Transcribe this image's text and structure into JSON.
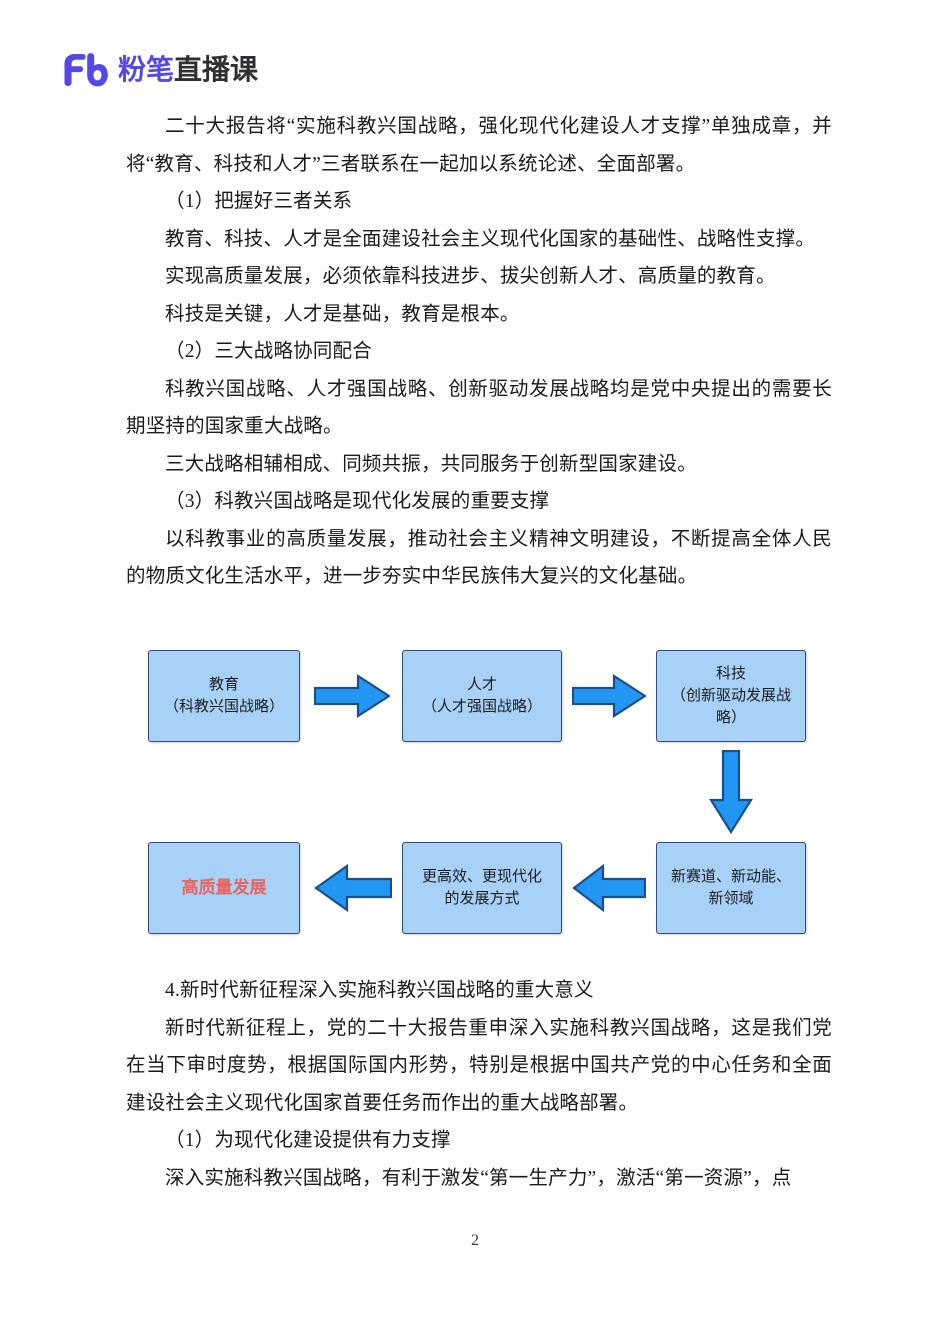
{
  "brand": {
    "logo_icon": "fenbi-fb-logo-icon",
    "name_primary": "粉笔",
    "name_secondary": "直播课",
    "color_primary": "#5448e6",
    "color_secondary": "#2f3034"
  },
  "document": {
    "paragraphs": [
      "二十大报告将“实施科教兴国战略，强化现代化建设人才支撑”单独成章，并将“教育、科技和人才”三者联系在一起加以系统论述、全面部署。",
      "（1）把握好三者关系",
      "教育、科技、人才是全面建设社会主义现代化国家的基础性、战略性支撑。",
      "实现高质量发展，必须依靠科技进步、拔尖创新人才、高质量的教育。",
      "科技是关键，人才是基础，教育是根本。",
      "（2）三大战略协同配合",
      "科教兴国战略、人才强国战略、创新驱动发展战略均是党中央提出的需要长期坚持的国家重大战略。",
      "三大战略相辅相成、同频共振，共同服务于创新型国家建设。",
      "（3）科教兴国战略是现代化发展的重要支撑",
      "以科教事业的高质量发展，推动社会主义精神文明建设，不断提高全体人民的物质文化生活水平，进一步夯实中华民族伟大复兴的文化基础。"
    ],
    "paragraphs_after": [
      "4.新时代新征程深入实施科教兴国战略的重大意义",
      "新时代新征程上，党的二十大报告重申深入实施科教兴国战略，这是我们党在当下审时度势，根据国际国内形势，特别是根据中国共产党的中心任务和全面建设社会主义现代化国家首要任务而作出的重大战略部署。",
      "（1）为现代化建设提供有力支撑",
      "深入实施科教兴国战略，有利于激发“第一生产力”，激活“第一资源”，点"
    ],
    "page_number": "2"
  },
  "diagram": {
    "node_fill": "#a8d1f7",
    "node_border": "#2e4b70",
    "arrow_fill": "#2196f3",
    "arrow_border": "#1c4f87",
    "highlight_color": "#e8645f",
    "nodes": {
      "education": "教育\n（科教兴国战略）",
      "talent": "人才\n（人才强国战略）",
      "technology": "科技\n（创新驱动发展战略）",
      "new_fields": "新赛道、新动能、\n新领域",
      "modernization": "更高效、更现代化\n的发展方式",
      "quality": "高质量发展"
    },
    "arrows": [
      {
        "name": "arrow-education-to-talent",
        "direction": "right"
      },
      {
        "name": "arrow-talent-to-technology",
        "direction": "right"
      },
      {
        "name": "arrow-technology-to-new-fields",
        "direction": "down"
      },
      {
        "name": "arrow-new-fields-to-modernization",
        "direction": "left"
      },
      {
        "name": "arrow-modernization-to-quality",
        "direction": "left"
      }
    ]
  }
}
